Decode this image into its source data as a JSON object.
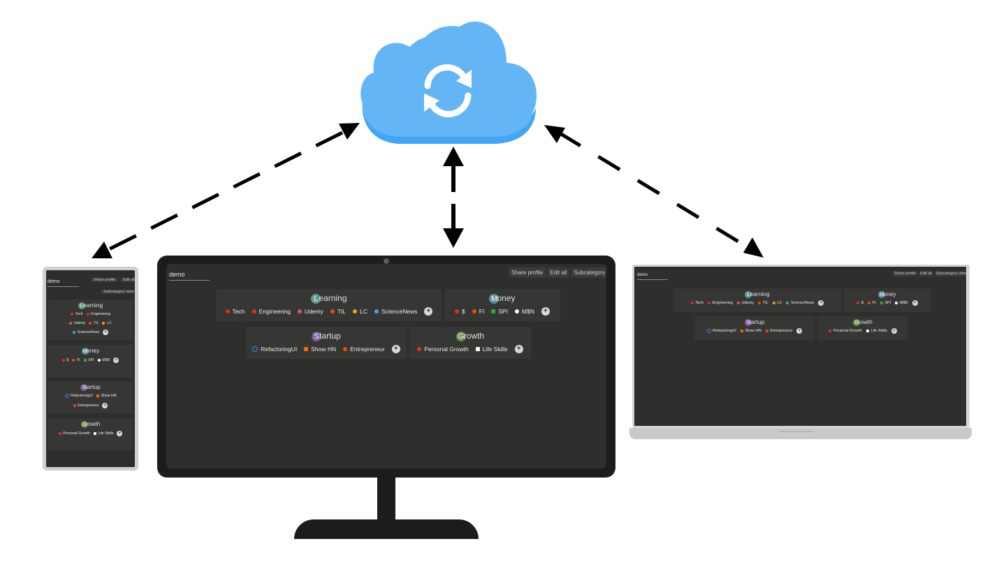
{
  "profile": "demo",
  "toolbar": {
    "share": "Share profile",
    "edit": "Edit all",
    "subview": "Subcategory view"
  },
  "categories": [
    {
      "name": "Learning",
      "initial": "L",
      "rest": "earning",
      "color": "#5c9e94",
      "links": [
        {
          "label": "Tech",
          "icon": "youtube-icon",
          "color": "#e52d27"
        },
        {
          "label": "Engineering",
          "icon": "youtube-icon",
          "color": "#e52d27"
        },
        {
          "label": "Udemy",
          "icon": "udemy-icon",
          "color": "#ec5252"
        },
        {
          "label": "TIL",
          "icon": "reddit-icon",
          "color": "#ff4500"
        },
        {
          "label": "LC",
          "icon": "leetcode-icon",
          "color": "#f89f1b"
        },
        {
          "label": "ScienceNews",
          "icon": "wordpress-icon",
          "color": "#4fa3d8"
        }
      ]
    },
    {
      "name": "Money",
      "initial": "M",
      "rest": "oney",
      "color": "#5c8fa0",
      "links": [
        {
          "label": "$",
          "icon": "youtube-icon",
          "color": "#e52d27"
        },
        {
          "label": "FI",
          "icon": "reddit-icon",
          "color": "#ff4500"
        },
        {
          "label": "SPI",
          "icon": "spi-icon",
          "color": "#2fa84f"
        },
        {
          "label": "M$N",
          "icon": "msn-icon",
          "color": "#ffffff"
        }
      ]
    },
    {
      "name": "Startup",
      "initial": "S",
      "rest": "tartup",
      "color": "#7a5c9e",
      "links": [
        {
          "label": "RefactoringUI",
          "icon": "refactoringui-icon",
          "color": "#3d8bfd"
        },
        {
          "label": "Show HN",
          "icon": "hackernews-icon",
          "color": "#ff6600"
        },
        {
          "label": "Entrepreneur",
          "icon": "reddit-icon",
          "color": "#ff4500"
        }
      ]
    },
    {
      "name": "Growth",
      "initial": "G",
      "rest": "rowth",
      "color": "#6f8f54",
      "links": [
        {
          "label": "Personal Growth",
          "icon": "youtube-icon",
          "color": "#e52d27"
        },
        {
          "label": "Life Skills",
          "icon": "lifeskills-icon",
          "color": "#ffffff"
        }
      ]
    }
  ],
  "colors": {
    "cloud": "#64b5f6",
    "cloud_shadow": "#42a5f5",
    "screen_bg": "#2e2e2c",
    "card_bg": "#363634"
  }
}
